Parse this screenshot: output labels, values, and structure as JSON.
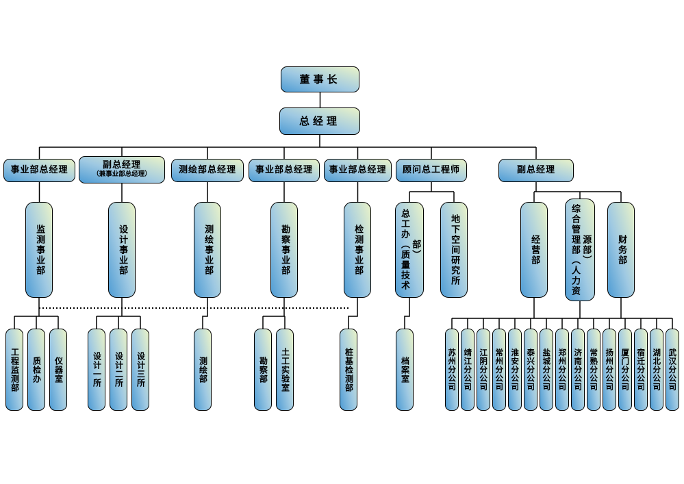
{
  "palette": {
    "box_blue": "#4e9cd4",
    "box_mid": "#9fc9e2",
    "box_highlight": "#eaf3c8",
    "line": "#000000",
    "background": "#ffffff"
  },
  "nodes": {
    "chairman": {
      "label": "董事长"
    },
    "gm": {
      "label": "总经理"
    },
    "level2": [
      {
        "label": "事业部总经理"
      },
      {
        "label": "副总经理",
        "sub": "（兼事业部总经理）"
      },
      {
        "label": "测绘部总经理"
      },
      {
        "label": "事业部总经理"
      },
      {
        "label": "事业部总经理"
      },
      {
        "label": "顾问总工程师"
      },
      {
        "label": "副总经理"
      }
    ],
    "level3": [
      {
        "label": "监测事业部"
      },
      {
        "label": "设计事业部"
      },
      {
        "label": "测绘事业部"
      },
      {
        "label": "勘察事业部"
      },
      {
        "label": "检测事业部"
      },
      {
        "label": "总工办（质量技术部）"
      },
      {
        "label": "地下空间研究所"
      },
      {
        "label": "经营部"
      },
      {
        "label": "综合管理部（人力资源部）"
      },
      {
        "label": "财务部"
      }
    ],
    "level4": [
      {
        "label": "工程监测部"
      },
      {
        "label": "质检办"
      },
      {
        "label": "仪器室"
      },
      {
        "label": "设计一所"
      },
      {
        "label": "设计二所"
      },
      {
        "label": "设计三所"
      },
      {
        "label": "测绘部"
      },
      {
        "label": "勘察部"
      },
      {
        "label": "土工实验室"
      },
      {
        "label": "桩基检测部"
      },
      {
        "label": "档案室"
      }
    ],
    "branches": [
      {
        "label": "苏州分公司"
      },
      {
        "label": "靖江分公司"
      },
      {
        "label": "江阴分公司"
      },
      {
        "label": "常州分公司"
      },
      {
        "label": "淮安分公司"
      },
      {
        "label": "泰兴分公司"
      },
      {
        "label": "盐城分公司"
      },
      {
        "label": "郑州分公司"
      },
      {
        "label": "济南分公司"
      },
      {
        "label": "常熟分公司"
      },
      {
        "label": "扬州分公司"
      },
      {
        "label": "厦门分公司"
      },
      {
        "label": "宿迁分公司"
      },
      {
        "label": "湖北分公司"
      },
      {
        "label": "武汉分公司"
      }
    ]
  }
}
